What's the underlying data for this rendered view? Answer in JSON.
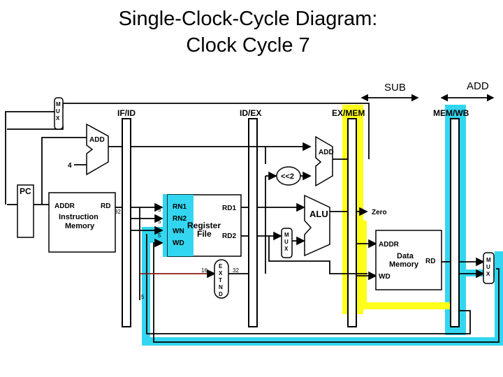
{
  "title_line1": "Single-Clock-Cycle Diagram:",
  "title_line2": "Clock Cycle 7",
  "stage_markers": {
    "sub": "SUB",
    "add": "ADD"
  },
  "pipeline_registers": {
    "if_id": "IF/ID",
    "id_ex": "ID/EX",
    "ex_mem": "EX/MEM",
    "mem_wb": "MEM/WB"
  },
  "pc": "PC",
  "constant_four": "4",
  "adder_top": "ADD",
  "adder_branch": "ADD",
  "shift": "<<2",
  "instruction_memory": {
    "addr": "ADDR",
    "rd": "RD",
    "width": "32",
    "line1": "Instruction",
    "line2": "Memory"
  },
  "register_file": {
    "rn1": "RN1",
    "rn2": "RN2",
    "wn": "WN",
    "wd": "WD",
    "rd1": "RD1",
    "rd2": "RD2",
    "line1": "Register",
    "line2": "File"
  },
  "field_widths": {
    "a": "5",
    "b": "5",
    "c": "5",
    "imm_in": "16",
    "imm_out": "32",
    "d": "5"
  },
  "extend": [
    "E",
    "X",
    "T",
    "N",
    "D"
  ],
  "alu": "ALU",
  "zero": "Zero",
  "mux_letters": [
    "M",
    "U",
    "X"
  ],
  "data_memory": {
    "addr": "ADDR",
    "rd": "RD",
    "wd": "WD",
    "line1": "Data",
    "line2": "Memory"
  },
  "colors": {
    "highlight_cyan": "#33d6f0",
    "highlight_yellow": "#ffff1a",
    "wire": "#000000",
    "extend_wire": "#8b1a1a"
  }
}
